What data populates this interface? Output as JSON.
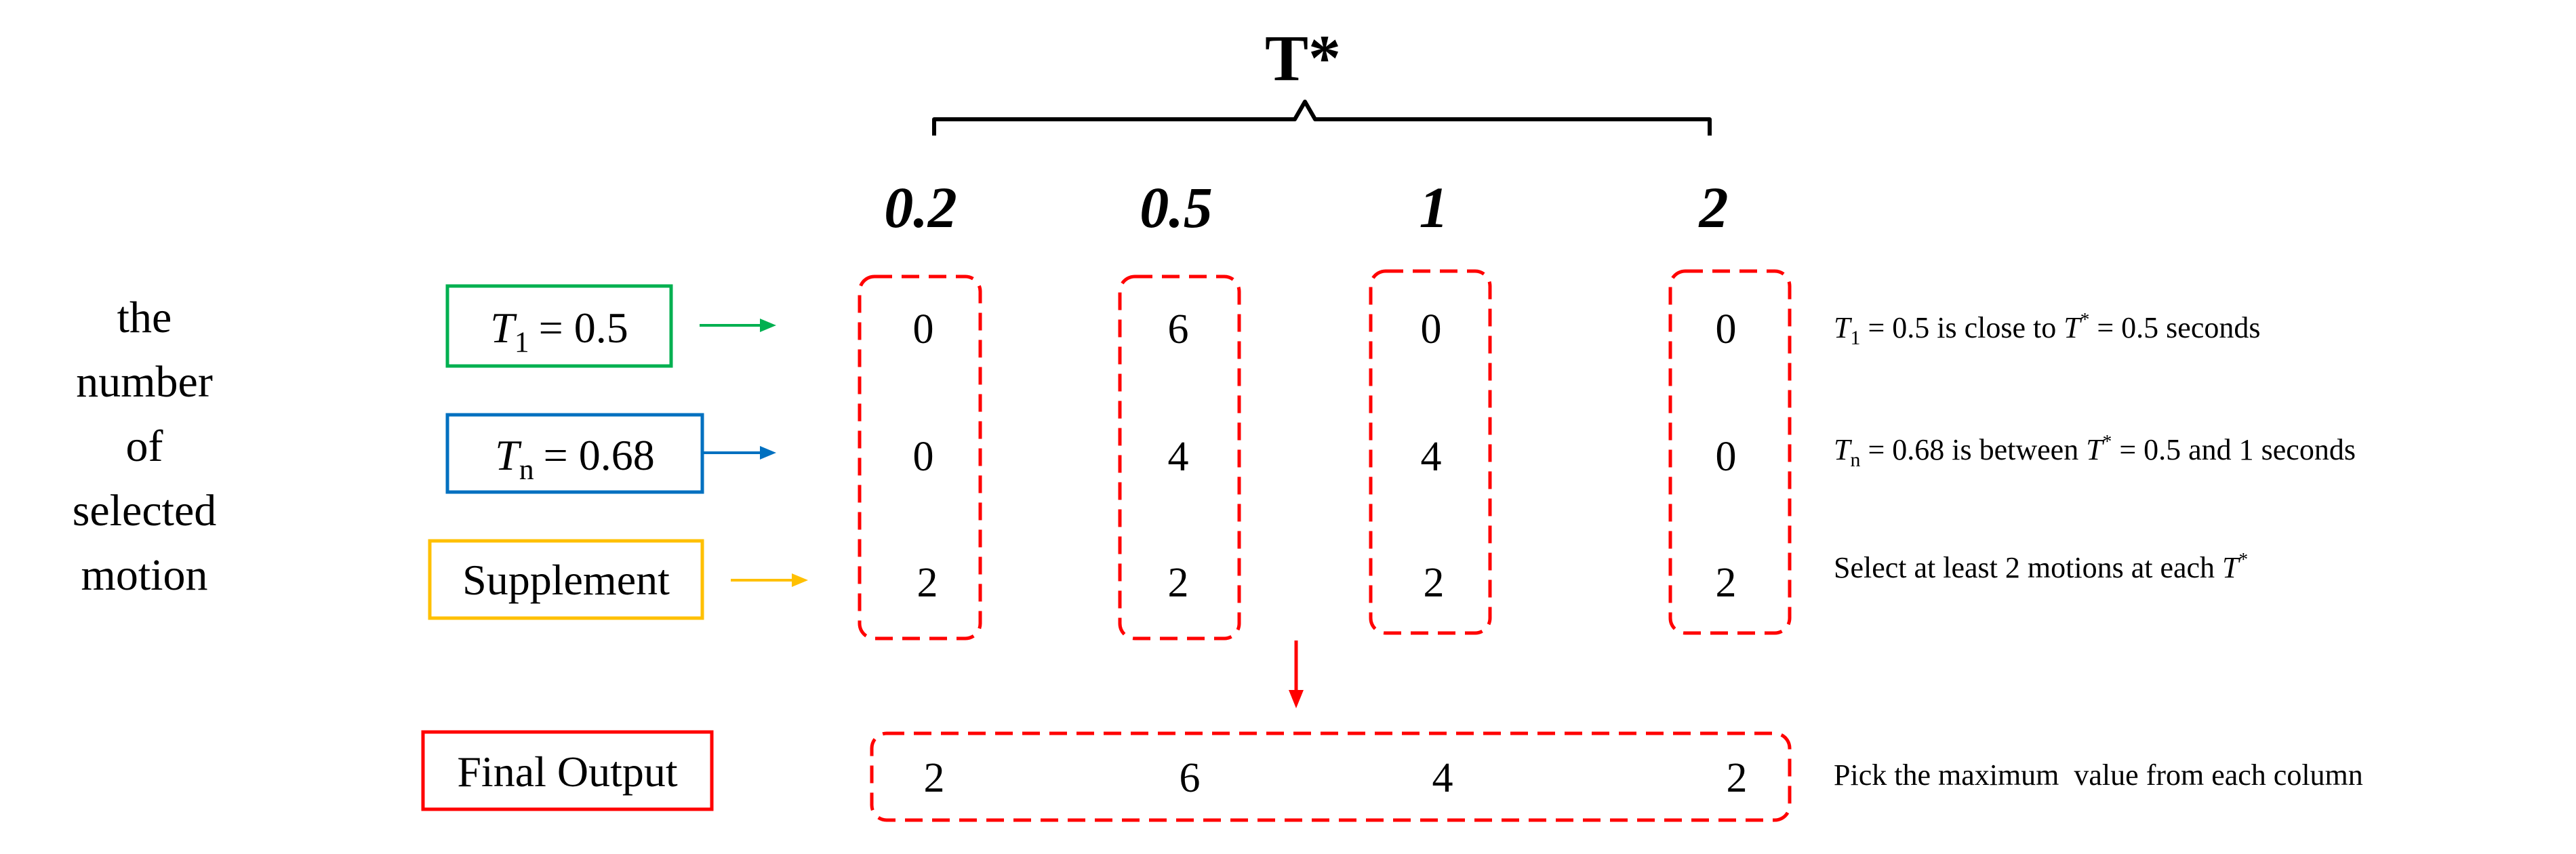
{
  "header": {
    "title": "T*"
  },
  "columns": [
    "0.2",
    "0.5",
    "1",
    "2"
  ],
  "y_label": [
    "the",
    "number",
    "of",
    "selected",
    "motion"
  ],
  "rows": [
    {
      "var": "T",
      "sub": "1",
      "value": "= 0.5",
      "color": "#00b050",
      "values": [
        "0",
        "6",
        "0",
        "0"
      ]
    },
    {
      "var": "T",
      "sub": "n",
      "value": "= 0.68",
      "color": "#0070c0",
      "values": [
        "0",
        "4",
        "4",
        "0"
      ]
    },
    {
      "label": "Supplement",
      "color": "#ffc000",
      "values": [
        "2",
        "2",
        "2",
        "2"
      ]
    }
  ],
  "final": {
    "label": "Final Output",
    "color": "#ff0000",
    "values": [
      "2",
      "6",
      "4",
      "2"
    ]
  },
  "notes": {
    "r1": {
      "var": "T",
      "sub": "1",
      "a": " = 0.5 is close to ",
      "sym": "T",
      "sup": "*",
      "b": " = 0.5 seconds"
    },
    "r2": {
      "var": "T",
      "sub": "n",
      "a": " = 0.68 is between ",
      "sym": "T",
      "sup": "*",
      "b": " = 0.5 and 1 seconds"
    },
    "r3": {
      "a": "Select at least 2 motions at each ",
      "sym": "T",
      "sup": "*"
    },
    "final": "Pick the maximum  value from each column"
  },
  "colors": {
    "highlight": "#ff0000"
  },
  "icons": {
    "brace": "curly-brace-icon",
    "arrow": "arrow-right-icon",
    "arrow_down": "arrow-down-icon"
  }
}
